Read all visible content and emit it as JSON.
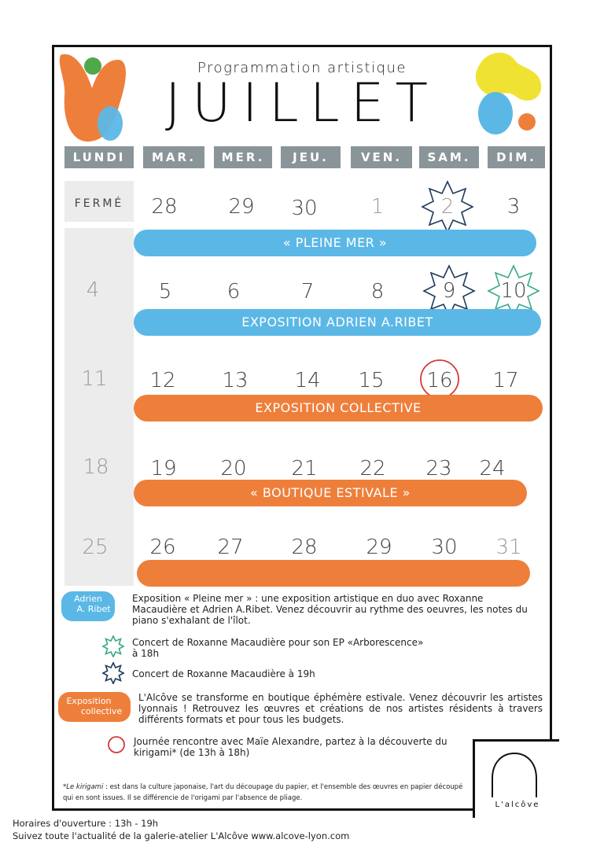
{
  "header": {
    "subtitle": "Programmation artistique",
    "title": "JUILLET"
  },
  "days": [
    "LUNDI",
    "MAR.",
    "MER.",
    "JEU.",
    "VEN.",
    "SAM.",
    "DIM."
  ],
  "closed_label": "FERMÉ",
  "weeks": [
    {
      "monday": "",
      "days": [
        "28",
        "29",
        "30",
        "1",
        "2",
        "3"
      ]
    },
    {
      "monday": "4",
      "days": [
        "5",
        "6",
        "7",
        "8",
        "9",
        "10"
      ]
    },
    {
      "monday": "11",
      "days": [
        "12",
        "13",
        "14",
        "15",
        "16",
        "17"
      ]
    },
    {
      "monday": "18",
      "days": [
        "19",
        "20",
        "21",
        "22",
        "23",
        "24"
      ]
    },
    {
      "monday": "25",
      "days": [
        "26",
        "27",
        "28",
        "29",
        "30",
        "31"
      ]
    }
  ],
  "bars": {
    "pleine_mer": "« PLEINE MER »",
    "adrien": "EXPOSITION ADRIEN A.RIBET",
    "collective": "EXPOSITION COLLECTIVE",
    "boutique": "« BOUTIQUE ESTIVALE »",
    "last": ""
  },
  "legend": {
    "adrien_pill_1": "Adrien",
    "adrien_pill_2": "A. Ribet",
    "adrien_text": "Exposition « Pleine mer » : une exposition artistique en duo avec Roxanne Macaudière et Adrien A.Ribet. Venez découvrir au rythme des oeuvres, les notes du piano s'exhalant de l'îlot.",
    "green_star_text_1": "Concert de Roxanne Macaudière pour son EP «Arborescence»",
    "green_star_text_2": "à 18h",
    "navy_star_text": "Concert de Roxanne Macaudière à 19h",
    "collective_pill_1": "Exposition",
    "collective_pill_2": "collective",
    "collective_text": "L'Alcôve se transforme en boutique éphémère estivale. Venez découvrir les artistes lyonnais ! Retrouvez les œuvres et créations de nos artistes résidents à travers différents formats et pour tous les budgets.",
    "circle_text": "Journée rencontre avec Maïe Alexandre, partez à la découverte du kirigami* (de 13h à 18h)"
  },
  "footnote": {
    "term": "*Le kirigami",
    "text": " : est dans la culture japonaise, l'art du découpage du papier, et l'ensemble des œuvres en papier découpé qui en sont issues. Il se différencie de l'origami par l'absence de pliage."
  },
  "logo_text": "L'alcôve",
  "footer": {
    "hours": "Horaires d'ouverture : 13h - 19h",
    "news": "Suivez toute l'actualité de la galerie-atelier L'Alcôve www.alcove-lyon.com"
  },
  "colors": {
    "blue": "#5bb8e6",
    "orange": "#ee7f3b",
    "navy": "#1e3a5c",
    "green": "#3aa98a",
    "red": "#d63a3a",
    "grey_header": "#8a9599"
  }
}
